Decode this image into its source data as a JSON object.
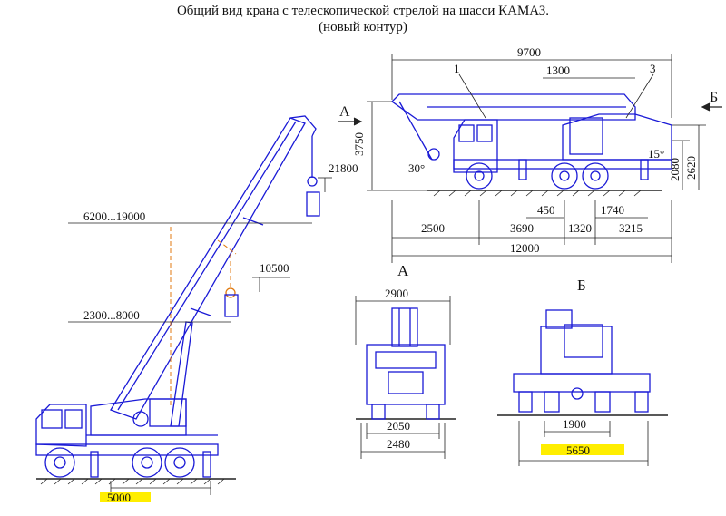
{
  "title": "Общий вид крана с телескопической стрелой на шасси КАМАЗ.",
  "subtitle": "(новый контур)",
  "side_view": {
    "dims": {
      "reach_max": "6200...19000",
      "reach_min": "2300...8000",
      "height_max": "21800",
      "height_min": "10500",
      "outrigger_base": "5000"
    }
  },
  "top_view": {
    "dims": {
      "overall_boom": "9700",
      "hook_offset": "1300",
      "height_left": "3750",
      "angle_boom": "30°",
      "angle_rear": "15°",
      "height_a": "2080",
      "height_b": "2620",
      "front_overhang": "2500",
      "wheelbase_main": "3690",
      "span_450": "450",
      "span_1320": "1320",
      "span_1740": "1740",
      "rear_overhang": "3215",
      "overall_length": "12000"
    },
    "callouts": [
      "1",
      "3"
    ],
    "view_arrows": {
      "a": "А",
      "b": "Б"
    }
  },
  "view_a": {
    "label": "А",
    "dims": {
      "width_top": "2900",
      "track": "2050",
      "width_bottom": "2480"
    }
  },
  "view_b": {
    "label": "Б",
    "dims": {
      "track": "1900",
      "outrigger_span": "5650"
    }
  }
}
